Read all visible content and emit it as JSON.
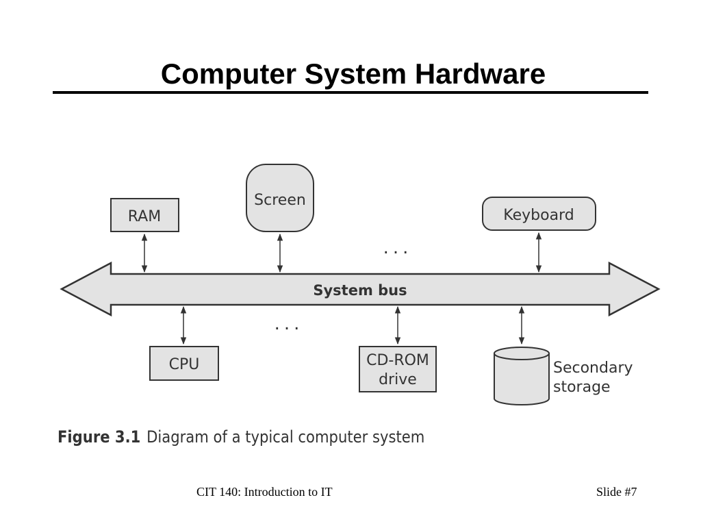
{
  "slide": {
    "title": "Computer System Hardware",
    "footer_center": "CIT 140: Introduction to IT",
    "footer_right": "Slide #7"
  },
  "diagram": {
    "bus_label": "System bus",
    "ellipsis": "...",
    "nodes": {
      "ram": "RAM",
      "screen": "Screen",
      "keyboard": "Keyboard",
      "cpu": "CPU",
      "cdrom_line1": "CD-ROM",
      "cdrom_line2": "drive",
      "storage_line1": "Secondary",
      "storage_line2": "storage"
    },
    "caption_number": "Figure 3.1",
    "caption_text": "Diagram of a typical computer system"
  },
  "colors": {
    "box_fill": "#e3e3e3",
    "stroke": "#333333",
    "text": "#333333"
  }
}
